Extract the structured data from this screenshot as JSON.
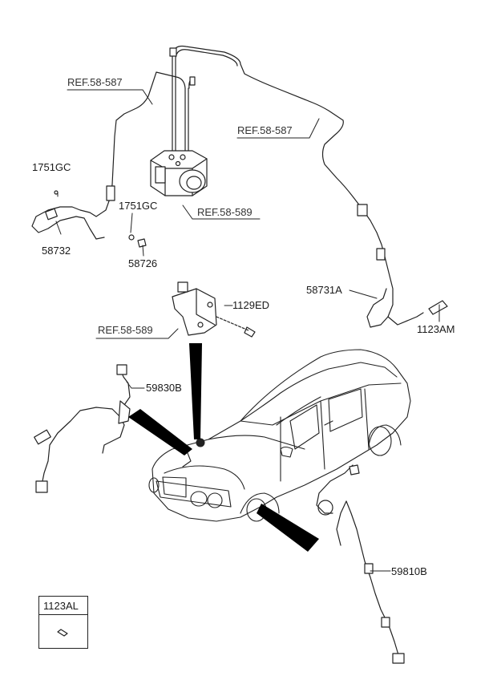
{
  "labels": {
    "ref_58587_left": "REF.58-587",
    "ref_58587_right": "REF.58-587",
    "ref_58589_top": "REF.58-589",
    "ref_58589_mid": "REF.58-589",
    "p1751gc_a": "1751GC",
    "p1751gc_b": "1751GC",
    "p58732": "58732",
    "p58726": "58726",
    "p58731a": "58731A",
    "p1129ed": "1129ED",
    "p1123am": "1123AM",
    "p59830b": "59830B",
    "p59810b": "59810B",
    "legend_1123al": "1123AL"
  }
}
